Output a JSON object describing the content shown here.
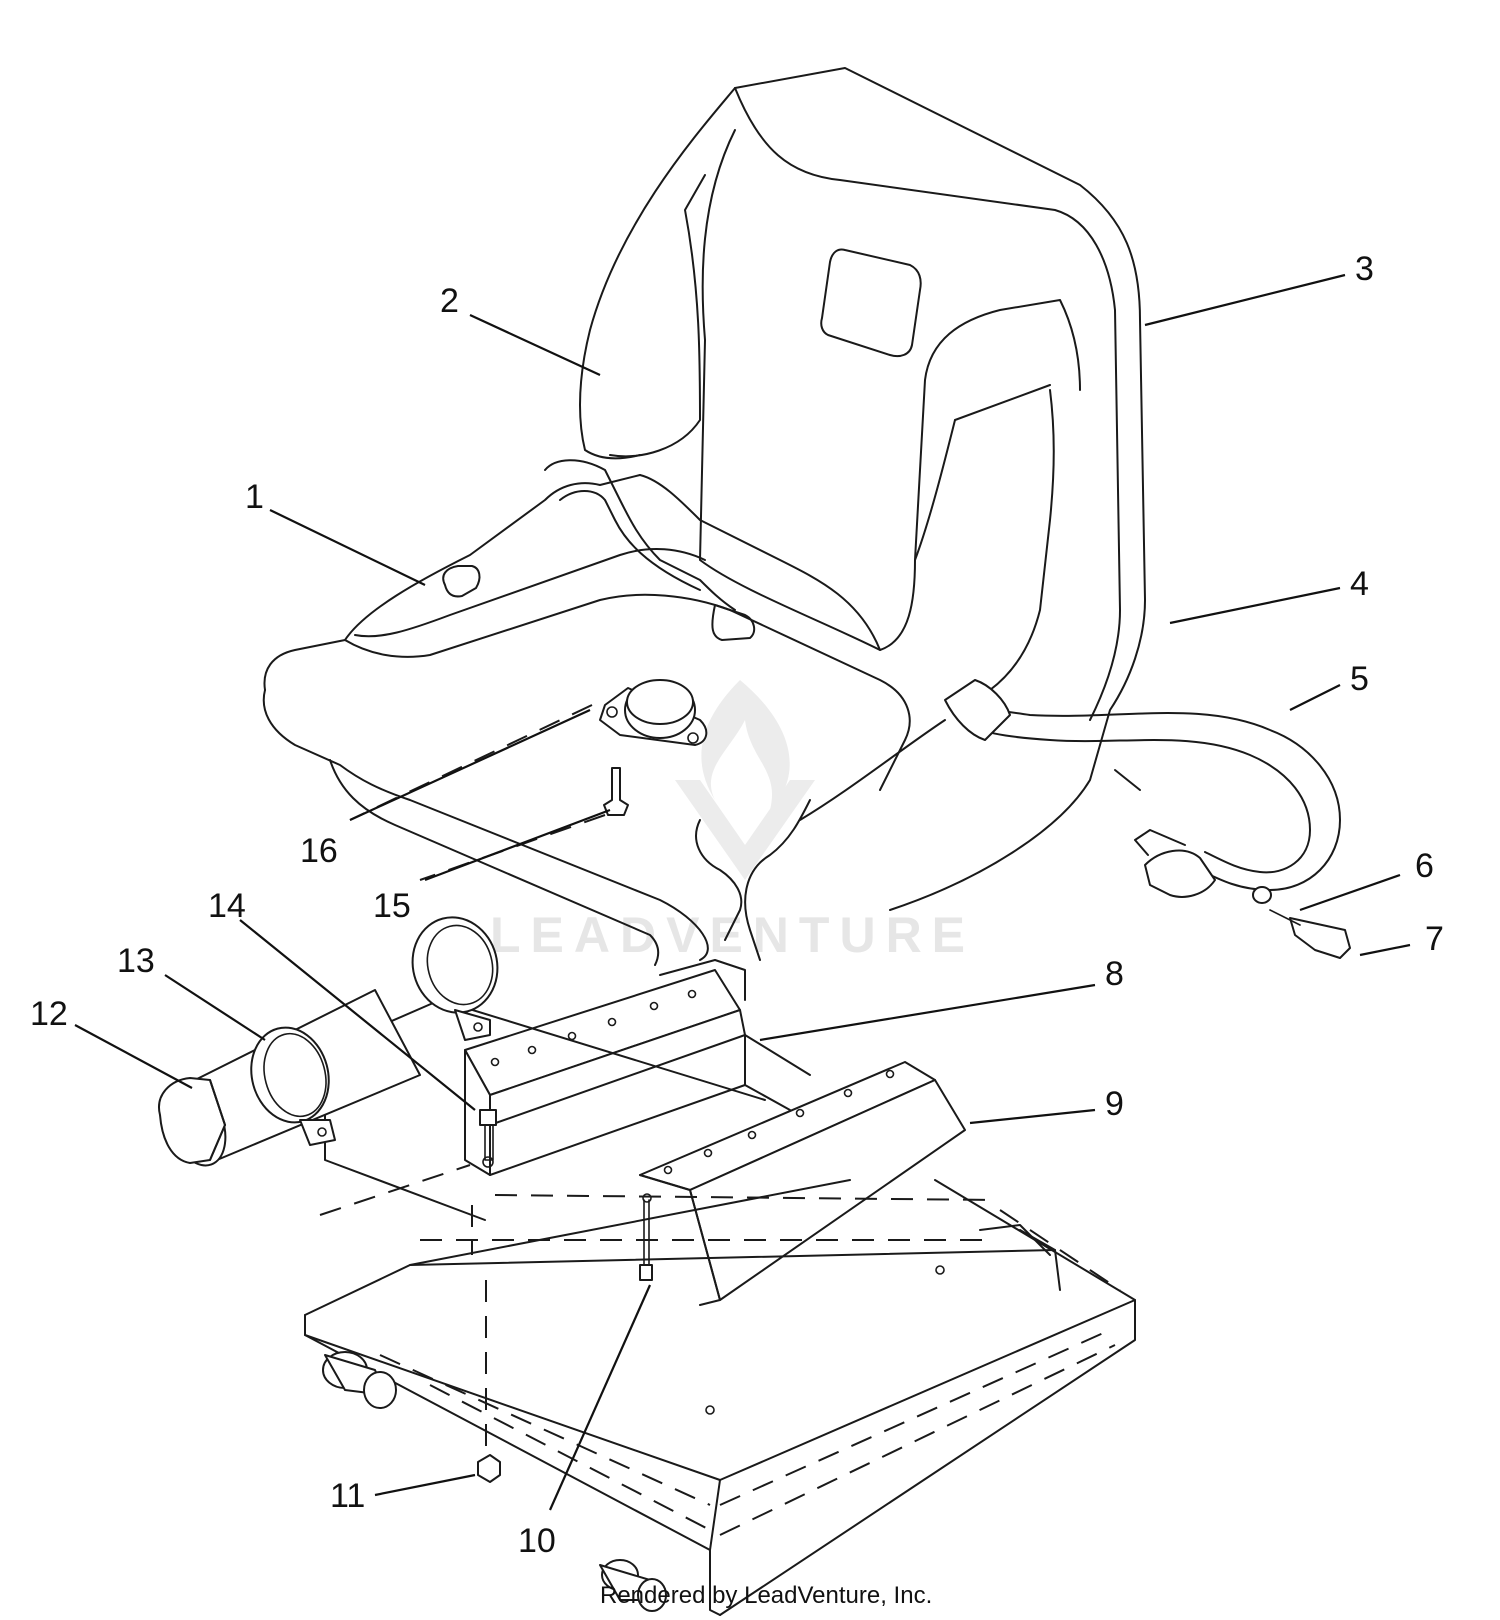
{
  "callouts": [
    {
      "label": "1"
    },
    {
      "label": "2"
    },
    {
      "label": "3"
    },
    {
      "label": "4"
    },
    {
      "label": "5"
    },
    {
      "label": "6"
    },
    {
      "label": "7"
    },
    {
      "label": "8"
    },
    {
      "label": "9"
    },
    {
      "label": "10"
    },
    {
      "label": "11"
    },
    {
      "label": "12"
    },
    {
      "label": "13"
    },
    {
      "label": "14"
    },
    {
      "label": "15"
    },
    {
      "label": "16"
    }
  ],
  "watermark": {
    "text": "LEADVENTURE",
    "color": "#e6e6e6"
  },
  "credit": {
    "text": "Rendered by LeadVenture, Inc."
  },
  "colors": {
    "line": "#1a1a1a",
    "background": "#ffffff"
  }
}
